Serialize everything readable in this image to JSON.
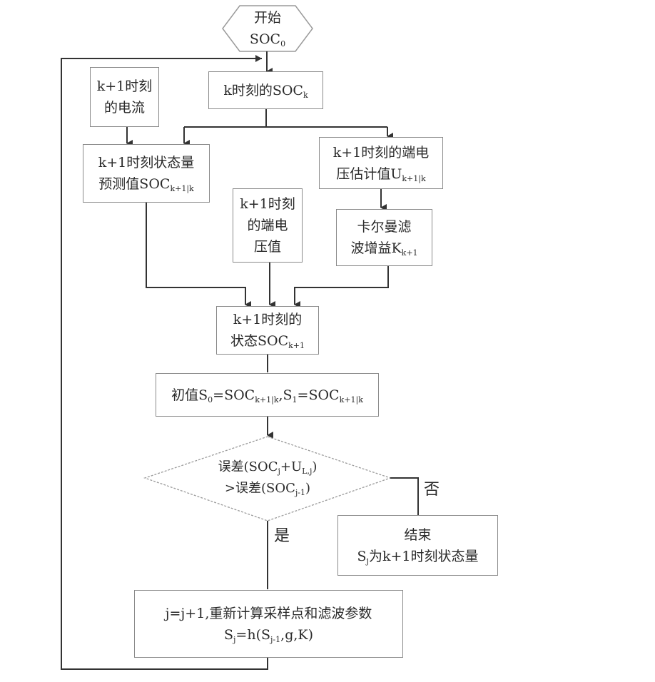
{
  "diagram": {
    "start": {
      "line1": "开始",
      "line2_main": "SOC",
      "line2_sub": "0"
    },
    "soc_k": {
      "main": "k时刻的SOC",
      "sub": "k"
    },
    "current_k1": {
      "line1": "k+1时刻",
      "line2": "的电流"
    },
    "state_predict": {
      "line1": "k+1时刻状态量",
      "line2_main": "预测值SOC",
      "line2_sub": "k+1|k"
    },
    "voltage_estimate": {
      "line1": "k+1时刻的端电",
      "line2_main": "压估计值U",
      "line2_sub": "k+1|k"
    },
    "kalman_gain": {
      "line1": "卡尔曼滤",
      "line2_main": "波增益K",
      "line2_sub": "k+1"
    },
    "terminal_voltage": {
      "line1": "k+1时刻",
      "line2": "的端电",
      "line3": "压值"
    },
    "state_k1": {
      "line1": "k+1时刻的",
      "line2_main": "状态SOC",
      "line2_sub": "k+1"
    },
    "init": {
      "p1": "初值S",
      "s1": "0",
      "p2": "=SOC",
      "s2": "k+1|k",
      "p3": ",S",
      "s3": "1",
      "p4": "=SOC",
      "s4": "k+1|k"
    },
    "decision": {
      "l1_p1": "误差(SOC",
      "l1_s1": "j",
      "l1_p2": "+U",
      "l1_s2": "L,j",
      "l1_p3": ")",
      "l2_p1": ">误差(SOC",
      "l2_s1": "j-1",
      "l2_p2": ")"
    },
    "no_label": "否",
    "yes_label": "是",
    "end": {
      "line1": "结束",
      "l2_p1": "S",
      "l2_s1": "j",
      "l2_p2": "为k+1时刻状态量"
    },
    "recompute": {
      "line1": "j=j+1,重新计算采样点和滤波参数",
      "l2_p1": "S",
      "l2_s1": "j",
      "l2_p2": "=h(S",
      "l2_s2": "j-1",
      "l2_p3": ",g,K)"
    }
  },
  "colors": {
    "line": "#4a4a4a",
    "border": "#8a8a8a",
    "text": "#2a2a2a"
  }
}
